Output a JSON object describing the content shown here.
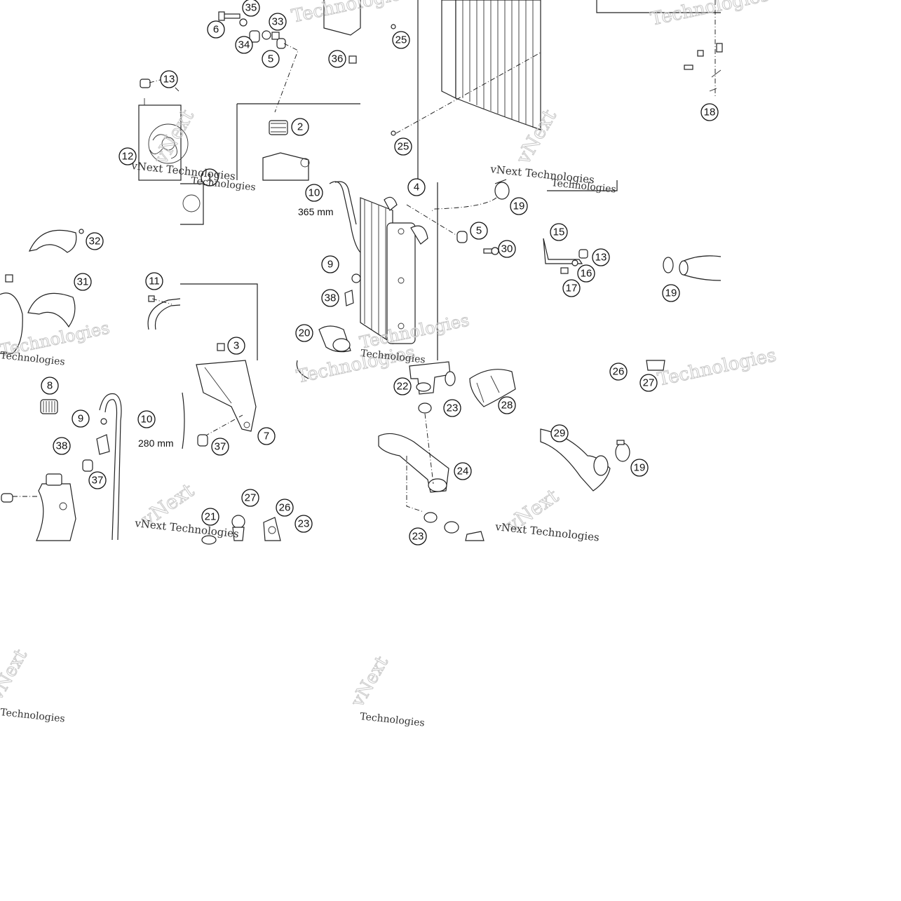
{
  "diagram": {
    "callouts": [
      {
        "id": "c35",
        "label": "35"
      },
      {
        "id": "c6",
        "label": "6"
      },
      {
        "id": "c33",
        "label": "33"
      },
      {
        "id": "c34",
        "label": "34"
      },
      {
        "id": "c5a",
        "label": "5"
      },
      {
        "id": "c36",
        "label": "36"
      },
      {
        "id": "c13a",
        "label": "13"
      },
      {
        "id": "c2",
        "label": "2"
      },
      {
        "id": "c12",
        "label": "12"
      },
      {
        "id": "c1",
        "label": "1"
      },
      {
        "id": "c10a",
        "label": "10"
      },
      {
        "id": "c25a",
        "label": "25"
      },
      {
        "id": "c25b",
        "label": "25"
      },
      {
        "id": "c4",
        "label": "4"
      },
      {
        "id": "c18",
        "label": "18"
      },
      {
        "id": "c19a",
        "label": "19"
      },
      {
        "id": "c5b",
        "label": "5"
      },
      {
        "id": "c30",
        "label": "30"
      },
      {
        "id": "c15",
        "label": "15"
      },
      {
        "id": "c13b",
        "label": "13"
      },
      {
        "id": "c16",
        "label": "16"
      },
      {
        "id": "c17",
        "label": "17"
      },
      {
        "id": "c19b",
        "label": "19"
      },
      {
        "id": "c32",
        "label": "32"
      },
      {
        "id": "c31",
        "label": "31"
      },
      {
        "id": "c11",
        "label": "11"
      },
      {
        "id": "c9a",
        "label": "9"
      },
      {
        "id": "c38a",
        "label": "38"
      },
      {
        "id": "c20",
        "label": "20"
      },
      {
        "id": "c3",
        "label": "3"
      },
      {
        "id": "c26a",
        "label": "26"
      },
      {
        "id": "c27a",
        "label": "27"
      },
      {
        "id": "c8",
        "label": "8"
      },
      {
        "id": "c9b",
        "label": "9"
      },
      {
        "id": "c10b",
        "label": "10"
      },
      {
        "id": "c38b",
        "label": "38"
      },
      {
        "id": "c37a",
        "label": "37"
      },
      {
        "id": "c37b",
        "label": "37"
      },
      {
        "id": "c7",
        "label": "7"
      },
      {
        "id": "c22",
        "label": "22"
      },
      {
        "id": "c23a",
        "label": "23"
      },
      {
        "id": "c28",
        "label": "28"
      },
      {
        "id": "c29",
        "label": "29"
      },
      {
        "id": "c19c",
        "label": "19"
      },
      {
        "id": "c24",
        "label": "24"
      },
      {
        "id": "c27b",
        "label": "27"
      },
      {
        "id": "c26b",
        "label": "26"
      },
      {
        "id": "c21",
        "label": "21"
      },
      {
        "id": "c23b",
        "label": "23"
      },
      {
        "id": "c23c",
        "label": "23"
      }
    ],
    "dimensions": {
      "hose_long": "365 mm",
      "hose_short": "280 mm"
    },
    "watermark": {
      "brand": "vNext",
      "word": "Technologies",
      "full": "vNext Technologies"
    }
  }
}
